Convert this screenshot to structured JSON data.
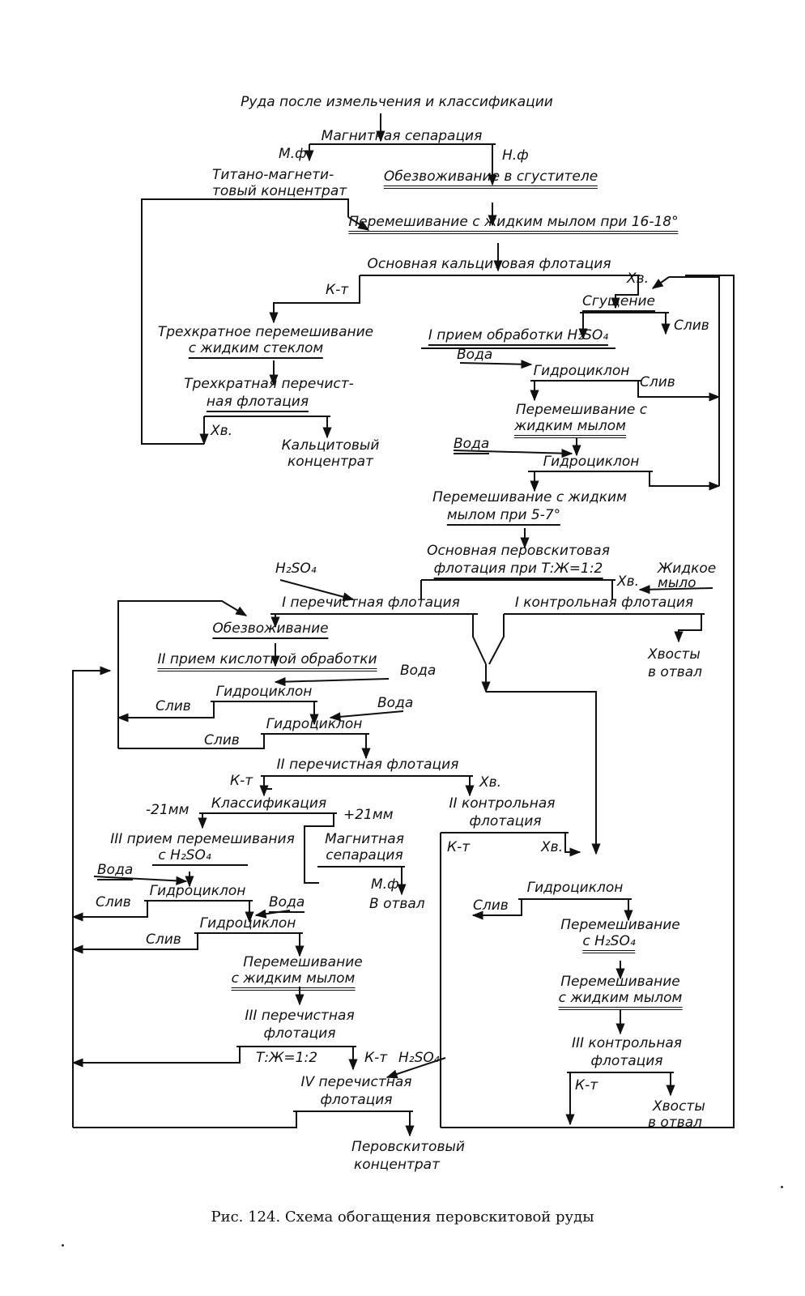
{
  "figure": {
    "caption": "Рис. 124. Схема обогащения перовскитовой руды",
    "ore": "Руда после измельчения и классификации",
    "magsep1": "Магнитная сепарация",
    "mf1": "М.ф",
    "nf1": "Н.ф",
    "titano1": "Титано-магнети-",
    "titano2": "товый концентрат",
    "dewater1": "Обезвоживание в сгустителе",
    "mix1": "Перемешивание с жидким мылом при 16-18°",
    "calcflot": "Основная кальцитовая флотация",
    "kt1": "К-т",
    "hv1": "Хв.",
    "thicken": "Сгущение",
    "sliv1": "Слив",
    "mix3a": "Трехкратное перемешивание",
    "mix3b": "с жидким стеклом",
    "clean3a": "Трехкратная перечист-",
    "clean3b": "ная флотация",
    "hv2": "Хв.",
    "calcconc1": "Кальцитовый",
    "calcconc2": "концентрат",
    "acid1": "I прием обработки H₂SO₄",
    "voda1": "Вода",
    "cyclone1": "Гидроциклон",
    "sliv2": "Слив",
    "mixsoap1a": "Перемешивание с",
    "mixsoap1b": "жидким мылом",
    "voda2": "Вода",
    "cyclone2": "Гидроциклон",
    "mixsoap2a": "Перемешивание с жидким",
    "mixsoap2b": "мылом при 5-7°",
    "perflot1": "Основная перовскитовая",
    "perflot2": "флотация при Т:Ж=1:2",
    "hv3": "Хв.",
    "soap1": "Жидкое",
    "soap2": "мыло",
    "h2so4a": "H₂SO₄",
    "clean1": "I перечистная флотация",
    "control1": "I контрольная флотация",
    "dewater2": "Обезвоживание",
    "tails1a": "Хвосты",
    "tails1b": "в отвал",
    "acid2": "II прием кислотной обработки",
    "voda3": "Вода",
    "cyclone3": "Гидроциклон",
    "sliv3": "Слив",
    "voda4": "Вода",
    "cyclone4": "Гидроциклон",
    "sliv4": "Слив",
    "clean2": "II перечистная флотация",
    "kt2": "К-т",
    "hv4": "Хв.",
    "classif": "Классификация",
    "minus21": "-21мм",
    "plus21": "+21мм",
    "control2a": "II контрольная",
    "control2b": "флотация",
    "kt3": "К-т",
    "hv5": "Хв.",
    "acid3a": "III прием перемешивания",
    "acid3b": "с H₂SO₄",
    "magsep2a": "Магнитная",
    "magsep2b": "сепарация",
    "mf2": "М.ф",
    "dump1": "В отвал",
    "voda5": "Вода",
    "cyclone5": "Гидроциклон",
    "sliv5": "Слив",
    "voda6": "Вода",
    "cyclone6": "Гидроциклон",
    "sliv6": "Слив",
    "cyclone7": "Гидроциклон",
    "sliv7": "Слив",
    "mixsoap3a": "Перемешивание",
    "mixsoap3b": "с жидким мылом",
    "mixacid4a": "Перемешивание",
    "mixacid4b": "с H₂SO₄",
    "mixsoap4a": "Перемешивание",
    "mixsoap4b": "с жидким мылом",
    "clean3ia": "III перечистная",
    "clean3ib": "флотация",
    "tzh": "Т:Ж=1:2",
    "control3a": "III контрольная",
    "control3b": "флотация",
    "kt4": "К-т",
    "kt5": "К-т",
    "h2so4b": "H₂SO₄",
    "clean4a": "IV перечистная",
    "clean4b": "флотация",
    "tails2a": "Хвосты",
    "tails2b": "в отвал",
    "perconc1": "Перовскитовый",
    "perconc2": "концентрат"
  }
}
